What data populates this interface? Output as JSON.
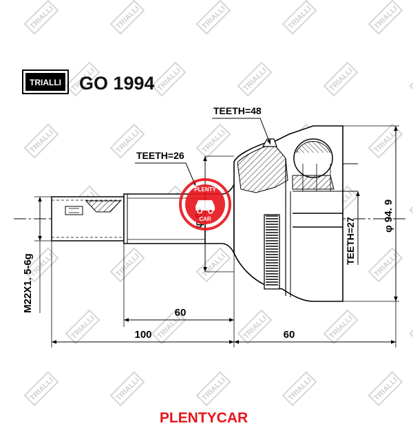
{
  "header": {
    "brand_logo": "TRIALLI",
    "part_number": "GO 1994"
  },
  "watermark": {
    "text": "TRIALLI"
  },
  "callouts": {
    "teeth_outer": "TEETH=48",
    "teeth_shaft": "TEETH=26",
    "teeth_inner": "TEETH=27"
  },
  "dimensions": {
    "thread": "M22X1. 5-6g",
    "shaft_diameter": "φ 63",
    "outer_diameter": "φ 94. 9",
    "spline_length": "60",
    "shaft_length": "100",
    "housing_length": "60"
  },
  "stamp": {
    "top": "PLENTY",
    "bottom": "CAR"
  },
  "footer": {
    "label": "PLENTYCAR"
  },
  "colors": {
    "brand_red": "#e8141b",
    "line": "#000000",
    "watermark": "#d0d0d0"
  }
}
